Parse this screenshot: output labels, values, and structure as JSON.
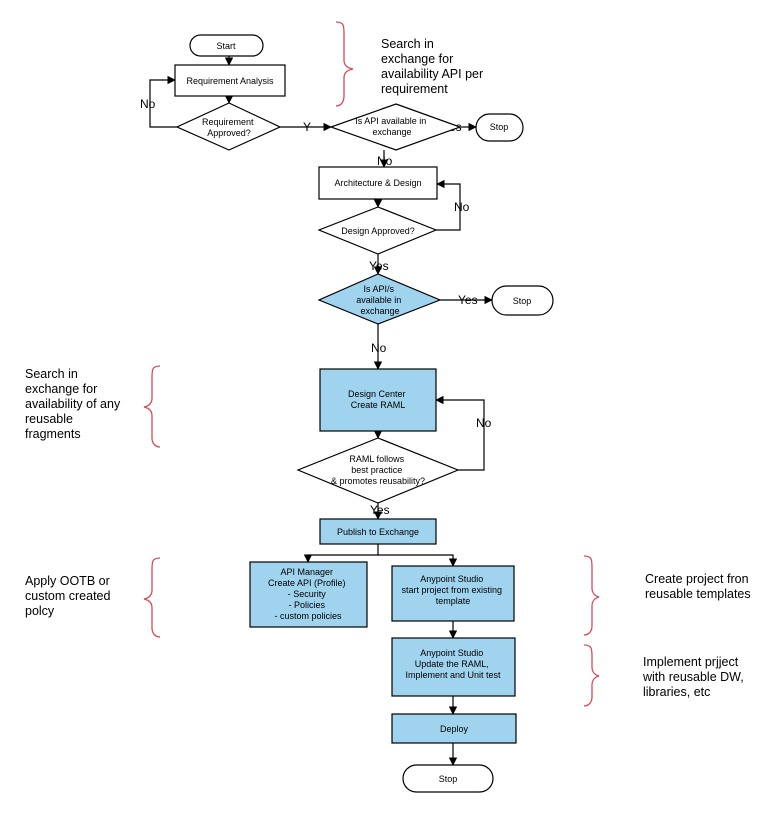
{
  "colors": {
    "fill_white": "#ffffff",
    "fill_blue": "#9fd3ee",
    "stroke": "#000000",
    "brace": "#d94a55"
  },
  "nodes": {
    "start": "Start",
    "req_analysis": "Requirement Analysis",
    "req_approved": [
      "Requirement",
      "Approved?"
    ],
    "api_available": [
      "Is API available in",
      "exchange"
    ],
    "stop_top": "Stop",
    "arch_design": "Architecture & Design",
    "design_approved": "Design Approved?",
    "apis_available": [
      "Is API/s",
      "available in",
      "exchange"
    ],
    "stop_mid": "Stop",
    "design_center": [
      "Design Center",
      "Create RAML"
    ],
    "raml_check": [
      "RAML follows",
      "best practice",
      "& promotes reusability?"
    ],
    "publish": "Publish to Exchange",
    "api_manager": [
      "API Manager",
      "Create API (Profile)",
      "- Security",
      "- Policies",
      "- custom policies"
    ],
    "studio_start": [
      "Anypoint Studio",
      "start project from existing",
      "template"
    ],
    "studio_impl": [
      "Anypoint Studio",
      "Update the RAML,",
      "Implement and Unit test"
    ],
    "deploy": "Deploy",
    "stop_end": "Stop"
  },
  "edges": {
    "no_req_loop": "No",
    "y_req_to_api": "Y",
    "yes_api_stop": "Yes",
    "no_api_to_arch": "No",
    "no_design_loop": "No",
    "yes_design_to_apis": "Yes",
    "yes_apis_stop": "Yes",
    "no_apis_to_dc": "No",
    "no_raml_loop": "No",
    "yes_raml_publish": "Yes"
  },
  "annotations": {
    "search_api": [
      "Search in",
      "exchange for",
      "availability API per",
      "requirement"
    ],
    "search_fragments": [
      "Search in",
      "exchange for",
      "availability of any",
      "reusable",
      "fragments"
    ],
    "apply_policy": [
      "Apply OOTB or",
      "custom created",
      "polcy"
    ],
    "create_project": [
      "Create project fron",
      "reusable templates"
    ],
    "implement_project": [
      "Implement prjject",
      "with reusable DW,",
      "libraries, etc"
    ]
  }
}
